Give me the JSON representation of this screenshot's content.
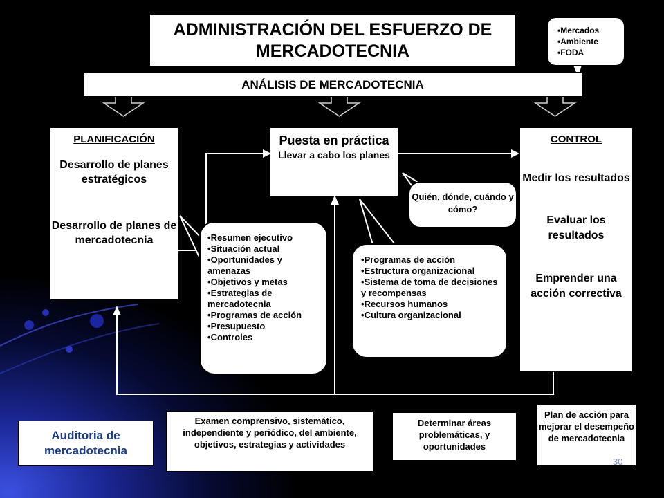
{
  "title": "ADMINISTRACIÓN DEL ESFUERZO DE MERCADOTECNIA",
  "top_bubble": [
    "Mercados",
    "Ambiente",
    "FODA"
  ],
  "analysis": "ANÁLISIS DE MERCADOTECNIA",
  "planning": {
    "heading": "PLANIFICACIÓN",
    "item1": "Desarrollo de planes estratégicos",
    "item2": "Desarrollo de planes de mercadotecnia"
  },
  "implementation": {
    "heading": "Puesta en práctica",
    "subtitle": "Llevar a cabo los planes"
  },
  "control": {
    "heading": "CONTROL",
    "item1": "Medir los resultados",
    "item2": "Evaluar los resultados",
    "item3": "Emprender una acción correctiva"
  },
  "plan_bubble": [
    "Resumen ejecutivo",
    "Situación actual",
    "Oportunidades y amenazas",
    "Objetivos y metas",
    "Estrategias de mercadotecnia",
    "Programas de acción",
    "Presupuesto",
    "Controles"
  ],
  "program_bubble": [
    "Programas de acción",
    "Estructura organizacional",
    "Sistema de toma de decisiones y recompensas",
    "Recursos humanos",
    "Cultura organizacional"
  ],
  "quien_bubble": "Quién, dónde, cuándo y cómo?",
  "audit": "Auditoria de mercadotecnia",
  "exam": "Examen comprensivo,  sistemático, independiente y periódico, del ambiente, objetivos, estrategias y actividades",
  "determine": "Determinar áreas problemáticas, y oportunidades",
  "action_plan": "Plan de acción para mejorar el desempeño de mercadotecnia",
  "page_number": "30"
}
